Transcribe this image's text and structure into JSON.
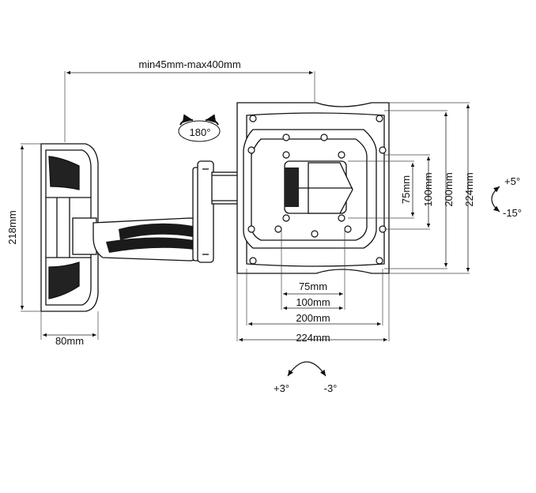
{
  "dimensions": {
    "arm_extension": "min45mm-max400mm",
    "wall_plate_height": "218mm",
    "wall_plate_depth": "80mm",
    "vesa_75_h": "75mm",
    "vesa_100_h": "100mm",
    "vesa_200_h": "200mm",
    "plate_224_h": "224mm",
    "vesa_75_v": "75mm",
    "vesa_100_v": "100mm",
    "vesa_200_v": "200mm",
    "plate_224_v": "224mm"
  },
  "rotation": {
    "swivel": "180°",
    "tilt_up": "+5°",
    "tilt_down": "-15°",
    "level_plus": "+3°",
    "level_minus": "-3°"
  },
  "colors": {
    "line": "#111111",
    "part_fill": "#ffffff",
    "part_dark": "#1a1a1a"
  }
}
